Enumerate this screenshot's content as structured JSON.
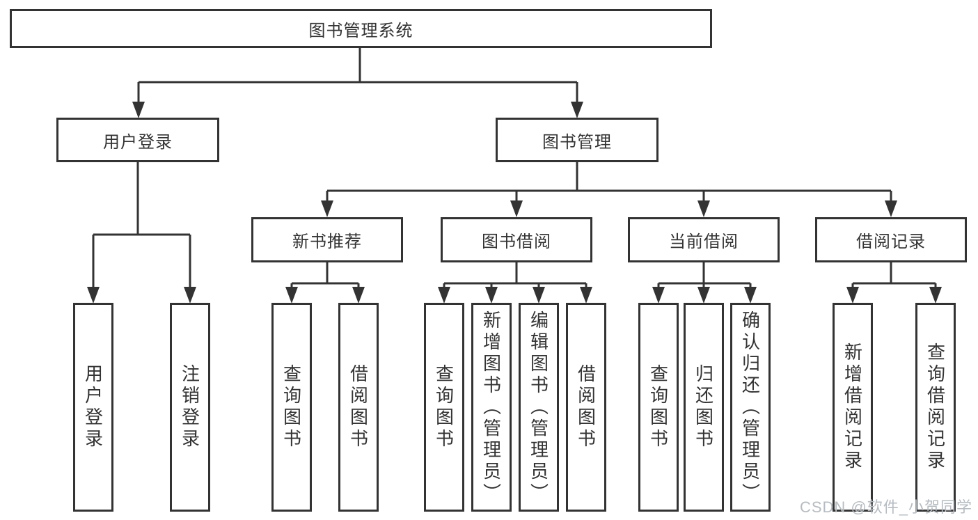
{
  "diagram": {
    "title": "图书管理系统",
    "type": "hierarchy-tree",
    "nodes": {
      "root": "图书管理系统",
      "user_login": "用户登录",
      "book_mgmt": "图书管理",
      "new_book_rec": "新书推荐",
      "book_borrow": "图书借阅",
      "current_borrow": "当前借阅",
      "borrow_records": "借阅记录",
      "leaf_user_login": "用户登录",
      "leaf_logout": "注销登录",
      "leaf_query_book_rec": "查询图书",
      "leaf_borrow_book_rec": "借阅图书",
      "leaf_query_book_borrow": "查询图书",
      "leaf_add_book": "新增图书（管理员）",
      "leaf_edit_book": "编辑图书（管理员）",
      "leaf_borrow_book_borrow": "借阅图书",
      "leaf_query_book_current": "查询图书",
      "leaf_return_book": "归还图书",
      "leaf_confirm_return": "确认归还（管理员）",
      "leaf_add_record": "新增借阅记录",
      "leaf_query_record": "查询借阅记录"
    },
    "hierarchy": {
      "图书管理系统": {
        "用户登录": [
          "用户登录",
          "注销登录"
        ],
        "图书管理": {
          "新书推荐": [
            "查询图书",
            "借阅图书"
          ],
          "图书借阅": [
            "查询图书",
            "新增图书（管理员）",
            "编辑图书（管理员）",
            "借阅图书"
          ],
          "当前借阅": [
            "查询图书",
            "归还图书",
            "确认归还（管理员）"
          ],
          "借阅记录": [
            "新增借阅记录",
            "查询借阅记录"
          ]
        }
      }
    },
    "colors": {
      "line": "#333333",
      "box_border": "#333333",
      "box_fill": "#ffffff",
      "text": "#333333",
      "background": "#ffffff",
      "watermark": "#b6bcc1"
    }
  },
  "watermark": "CSDN @软件_小贺同学"
}
